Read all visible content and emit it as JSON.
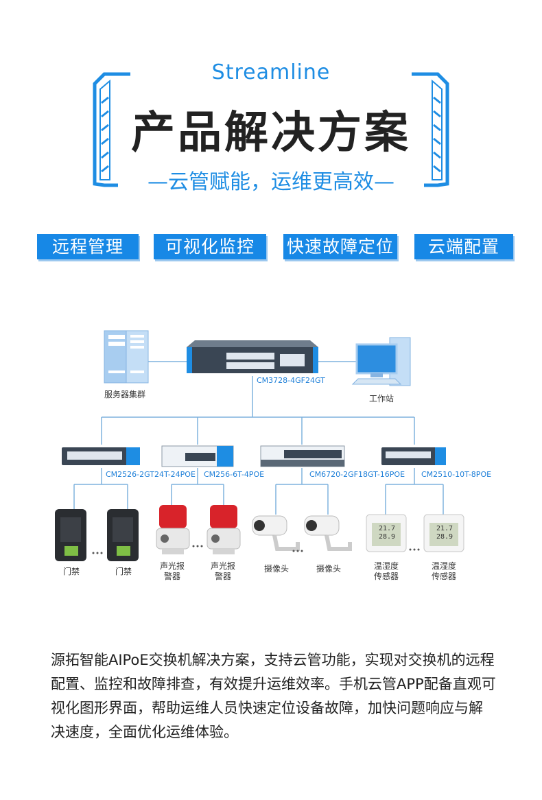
{
  "header": {
    "brand": "Streamline",
    "title": "产品解决方案",
    "slogan": "—云管赋能，运维更高效—"
  },
  "features": [
    "远程管理",
    "可视化监控",
    "快速故障定位",
    "云端配置"
  ],
  "diagram": {
    "core_switch": "CM3728-4GF24GT",
    "server_label": "服务器集群",
    "workstation_label": "工作站",
    "access_switches": [
      "CM2526-2GT24T-24POE",
      "CM256-6T-4POE",
      "CM6720-2GF18GT-16POE",
      "CM2510-10T-8POE"
    ],
    "devices": [
      {
        "line1": "门禁",
        "line2": ""
      },
      {
        "line1": "门禁",
        "line2": ""
      },
      {
        "line1": "声光报",
        "line2": "警器"
      },
      {
        "line1": "声光报",
        "line2": "警器"
      },
      {
        "line1": "摄像头",
        "line2": ""
      },
      {
        "line1": "摄像头",
        "line2": ""
      },
      {
        "line1": "温湿度",
        "line2": "传感器"
      },
      {
        "line1": "温湿度",
        "line2": "传感器"
      }
    ],
    "sensor_readout": {
      "top": "21.7",
      "bottom": "28.9"
    }
  },
  "description": "源拓智能AIPoE交换机解决方案，支持云管功能，实现对交换机的远程配置、监控和故障排查，有效提升运维效率。手机云管APP配备直观可视化图形界面，帮助运维人员快速定位设备故障，加快问题响应与解决速度，全面优化运维体验。",
  "colors": {
    "accent": "#1e8de3",
    "tag_bg": "#1788e6",
    "line": "#7fb2de"
  }
}
